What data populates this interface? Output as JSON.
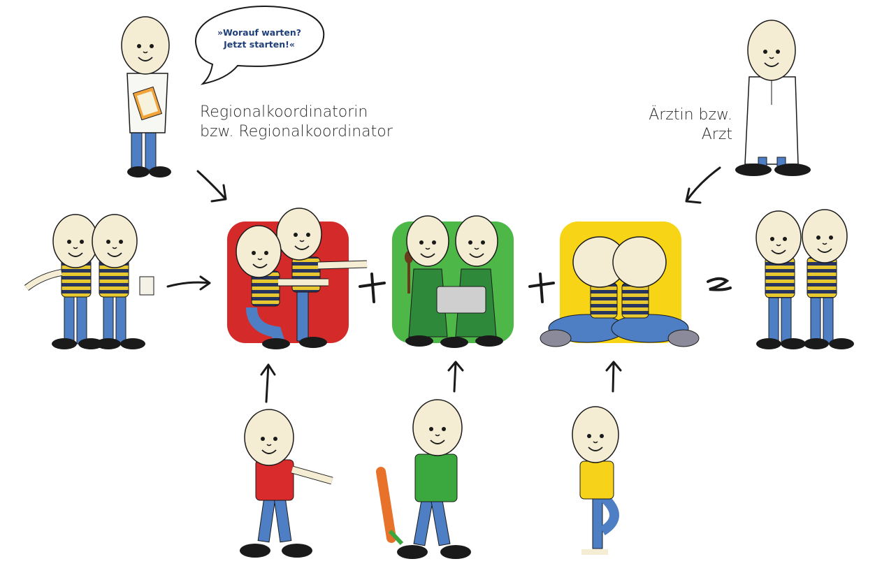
{
  "speech_bubble": {
    "line1": "»Worauf warten?",
    "line2": "Jetzt starten!«"
  },
  "labels": {
    "coordinator_line1": "Regionalkoordinatorin",
    "coordinator_line2": "bzw. Regionalkoordinator",
    "doctor_line1": "Ärztin bzw.",
    "doctor_line2": "Arzt"
  },
  "tiles": [
    {
      "topic": "movement",
      "color": "#d42a2a"
    },
    {
      "topic": "nutrition",
      "color": "#4db848"
    },
    {
      "topic": "relaxation",
      "color": "#f7d416"
    }
  ],
  "colors": {
    "skin": "#f4ecd3",
    "jeans": "#4e7fc4",
    "stripe_yellow": "#e8c830",
    "stripe_navy": "#26345f",
    "shoe": "#1a1a1a",
    "red_shirt": "#d92b2b",
    "green_shirt": "#3aa83e",
    "yellow_shirt": "#f6d21b"
  }
}
